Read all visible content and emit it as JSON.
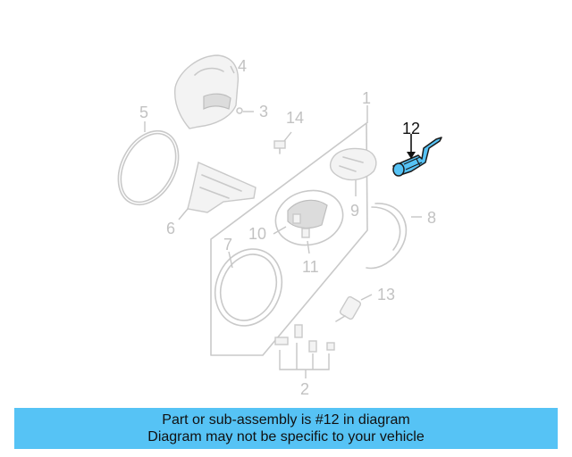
{
  "diagram": {
    "callouts": [
      {
        "id": "1",
        "label": "1"
      },
      {
        "id": "2",
        "label": "2"
      },
      {
        "id": "3",
        "label": "3"
      },
      {
        "id": "4",
        "label": "4"
      },
      {
        "id": "5",
        "label": "5"
      },
      {
        "id": "6",
        "label": "6"
      },
      {
        "id": "7",
        "label": "7"
      },
      {
        "id": "8",
        "label": "8"
      },
      {
        "id": "9",
        "label": "9"
      },
      {
        "id": "10",
        "label": "10"
      },
      {
        "id": "11",
        "label": "11"
      },
      {
        "id": "12",
        "label": "12",
        "highlighted": true
      },
      {
        "id": "13",
        "label": "13"
      },
      {
        "id": "14",
        "label": "14"
      }
    ],
    "highlight_color": "#56c3f5"
  },
  "banner": {
    "line1": "Part or sub-assembly is #12 in diagram",
    "line2": "Diagram may not be specific to your vehicle",
    "background": "#56c3f5"
  }
}
